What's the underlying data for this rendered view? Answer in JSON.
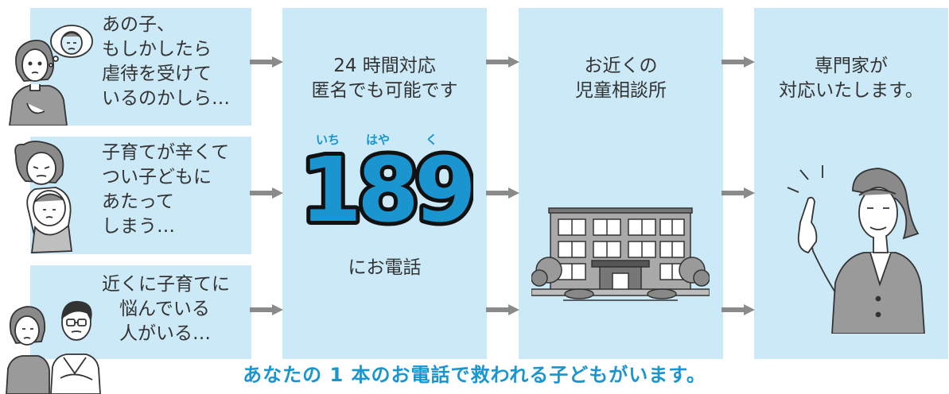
{
  "sources": [
    {
      "lines": [
        "あの子、",
        "もしかしたら",
        "虐待を受けて",
        "いるのかしら…"
      ]
    },
    {
      "lines": [
        "子育てが辛くて",
        "つい子どもに",
        "あたって",
        "しまう…"
      ]
    },
    {
      "lines": [
        "近くに子育てに",
        "悩んでいる",
        "人がいる…"
      ]
    }
  ],
  "hotline": {
    "intro_lines": [
      "24 時間対応",
      "匿名でも可能です"
    ],
    "number": "189",
    "ruby": [
      "いち",
      "はや",
      "く"
    ],
    "call_text": "にお電話"
  },
  "center": {
    "lines": [
      "お近くの",
      "児童相談所"
    ]
  },
  "expert": {
    "lines": [
      "専門家が",
      "対応いたします。"
    ]
  },
  "footer": "あなたの 1 本のお電話で救われる子どもがいます。",
  "colors": {
    "box_bg": "#cbe9f6",
    "accent": "#1a95cf",
    "arrow": "#8a8a8a"
  }
}
